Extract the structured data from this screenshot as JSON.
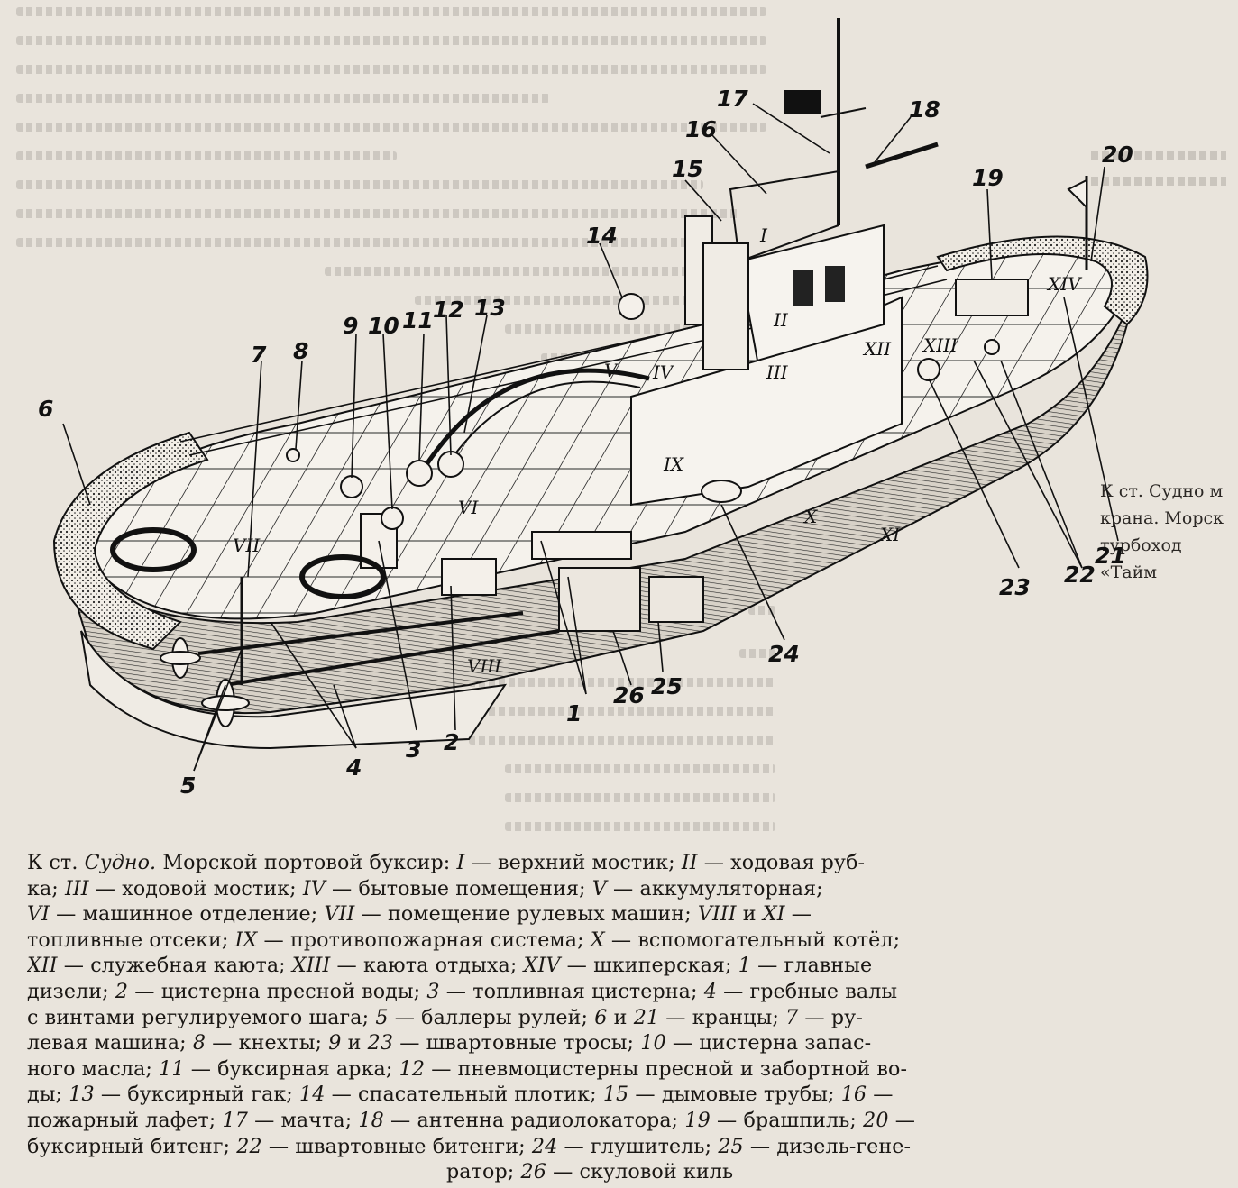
{
  "figure": {
    "callouts": {
      "c1": "1",
      "c2": "2",
      "c3": "3",
      "c4": "4",
      "c5": "5",
      "c6": "6",
      "c7": "7",
      "c8": "8",
      "c9": "9",
      "c10": "10",
      "c11": "11",
      "c12": "12",
      "c13": "13",
      "c14": "14",
      "c15": "15",
      "c16": "16",
      "c17": "17",
      "c18": "18",
      "c19": "19",
      "c20": "20",
      "c21": "21",
      "c22": "22",
      "c23": "23",
      "c24": "24",
      "c25": "25",
      "c26": "26"
    },
    "compartments": {
      "r1": "I",
      "r2": "II",
      "r3": "III",
      "r4": "IV",
      "r5": "V",
      "r6": "VI",
      "r7": "VII",
      "r8": "VIII",
      "r9": "IX",
      "r10": "X",
      "r11": "XI",
      "r12": "XII",
      "r13": "XIII",
      "r14": "XIV"
    }
  },
  "side_note": {
    "line1": "К ст. Судно м",
    "line2": "крана. Морск",
    "line3": "турбоход «Тайм"
  },
  "caption": {
    "l1a": "К ст. ",
    "l1b": "Судно.",
    "l1c": " Морской портовой буксир: ",
    "l1d": "I",
    "l1e": " — верхний мостик; ",
    "l1f": "II",
    "l1g": " — ходовая руб-",
    "l2a": "ка; ",
    "l2b": "III",
    "l2c": " — ходовой мостик; ",
    "l2d": "IV",
    "l2e": " — бытовые помещения; ",
    "l2f": "V",
    "l2g": " — аккумуляторная;",
    "l3a": "VI",
    "l3b": " — машинное отделение; ",
    "l3c": "VII",
    "l3d": " — помещение рулевых машин; ",
    "l3e": "VIII",
    "l3f": " и ",
    "l3g": "XI",
    "l3h": " —",
    "l4a": "топливные отсеки; ",
    "l4b": "IX",
    "l4c": " — противопожарная система; ",
    "l4d": "X",
    "l4e": " — вспомогательный котёл;",
    "l5a": "XII",
    "l5b": " — служебная каюта; ",
    "l5c": "XIII",
    "l5d": " — каюта отдыха; ",
    "l5e": "XIV",
    "l5f": " — шкиперская; ",
    "l5g": "1",
    "l5h": " — главные",
    "l6a": "дизели; ",
    "l6b": "2",
    "l6c": " — цистерна пресной воды; ",
    "l6d": "3",
    "l6e": " — топливная цистерна; ",
    "l6f": "4",
    "l6g": " — гребные валы",
    "l7": "с винтами регулируемого шага; ",
    "l7b": "5",
    "l7c": " — баллеры рулей; ",
    "l7d": "6",
    "l7e": " и ",
    "l7f": "21",
    "l7g": " — кранцы; ",
    "l7h": "7",
    "l7i": " — ру-",
    "l8a": "левая машина; ",
    "l8b": "8",
    "l8c": " — кнехты; ",
    "l8d": "9",
    "l8e": " и ",
    "l8f": "23",
    "l8g": " — швартовные тросы; ",
    "l8h": "10",
    "l8i": " — цистерна запас-",
    "l9a": "ного масла; ",
    "l9b": "11",
    "l9c": " — буксирная арка; ",
    "l9d": "12",
    "l9e": " — пневмоцистерны пресной и забортной во-",
    "l10a": "ды; ",
    "l10b": "13",
    "l10c": " — буксирный гак; ",
    "l10d": "14",
    "l10e": " — спасательный плотик; ",
    "l10f": "15",
    "l10g": " — дымовые трубы; ",
    "l10h": "16",
    "l10i": " —",
    "l11a": "пожарный лафет; ",
    "l11b": "17",
    "l11c": " — мачта; ",
    "l11d": "18",
    "l11e": " — антенна радиолокатора; ",
    "l11f": "19",
    "l11g": " — брашпиль; ",
    "l11h": "20",
    "l11i": " —",
    "l12a": "буксирный битенг; ",
    "l12b": "22",
    "l12c": " — швартовные битенги; ",
    "l12d": "24",
    "l12e": " — глушитель; ",
    "l12f": "25",
    "l12g": " — дизель-гене-",
    "l13a": "ратор; ",
    "l13b": "26",
    "l13c": " — скуловой киль"
  }
}
